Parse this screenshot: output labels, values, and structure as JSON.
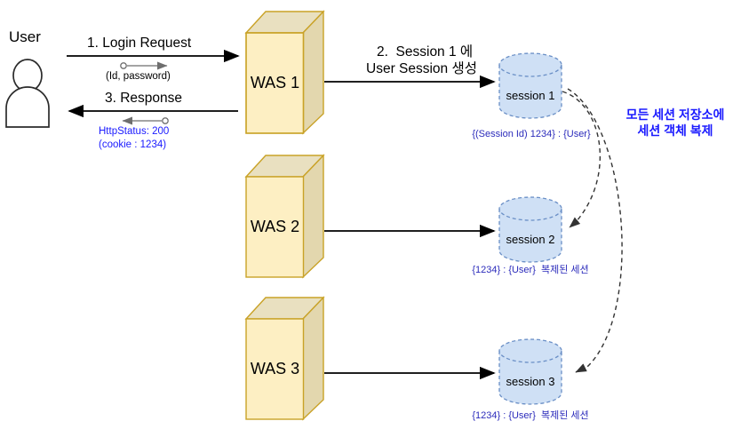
{
  "diagram": {
    "title_semantic": "session-replication-architecture",
    "colors": {
      "cube_front": "#FDEFC3",
      "cube_top": "#E9E0C0",
      "cube_side": "#E3D7AE",
      "cube_border": "#C9A227",
      "cylinder_fill": "#CFE0F5",
      "cylinder_border": "#6A8FC6",
      "arrow_black": "#000000",
      "arrow_gray": "#6e6e6e",
      "text_blue": "#1a1aff",
      "text_navy": "#2b2bbb"
    },
    "actor": {
      "label": "User",
      "icon": "person-icon"
    },
    "flows": [
      {
        "id": "login-request",
        "label": "1. Login Request",
        "payload": "(Id, password)",
        "direction": "right"
      },
      {
        "id": "response",
        "label": "3. Response",
        "payload_line1": "HttpStatus: 200",
        "payload_line2": "(cookie : 1234)",
        "direction": "left"
      },
      {
        "id": "create-session",
        "label_line1": "2.  Session 1 에",
        "label_line2": "User Session 생성",
        "direction": "right"
      }
    ],
    "servers": [
      {
        "id": "was-1",
        "label": "WAS 1"
      },
      {
        "id": "was-2",
        "label": "WAS 2"
      },
      {
        "id": "was-3",
        "label": "WAS 3"
      }
    ],
    "stores": [
      {
        "id": "session-1",
        "label": "session 1",
        "caption": "{(Session Id) 1234} : {User}"
      },
      {
        "id": "session-2",
        "label": "session 2",
        "caption": "{1234} : {User}  복제된 세션"
      },
      {
        "id": "session-3",
        "label": "session 3",
        "caption": "{1234} : {User}  복제된 세션"
      }
    ],
    "replication_note": {
      "line1": "모든 세션 저장소에",
      "line2": "세션 객체 복제"
    }
  }
}
